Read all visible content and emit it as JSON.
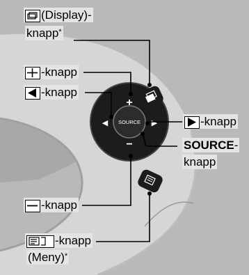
{
  "labels": {
    "display_text": "(Display)-",
    "display_line2": "knapp",
    "display_mark": "*",
    "plus_text": "-knapp",
    "left_text": "-knapp",
    "right_text": "-knapp",
    "source_bold": "SOURCE",
    "source_dash": "-",
    "source_line2": "knapp",
    "minus_text": "-knapp",
    "menu_text": "-knapp",
    "menu_line2": "(Meny)",
    "menu_mark": "*"
  },
  "buttons": {
    "plus": "+",
    "minus": "−",
    "source": "SOURCE",
    "left": "◀",
    "right": "▶"
  },
  "icons": {
    "display": "display-icon",
    "plus": "plus-icon",
    "left": "left-arrow-icon",
    "right": "right-arrow-icon",
    "minus": "minus-icon",
    "menu": "menu-icon"
  },
  "colors": {
    "background": "#b9b9b9",
    "label_background": "#e4e4e4",
    "button": "#1c1c1c",
    "leader": "#000000"
  }
}
